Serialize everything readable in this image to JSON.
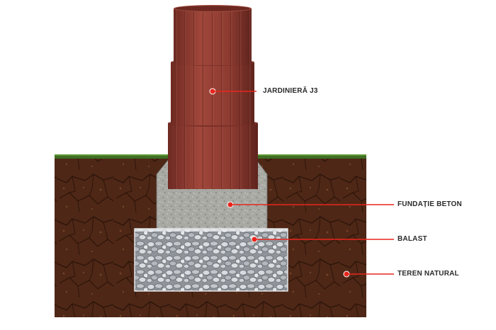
{
  "labels": {
    "planter": "JARDINIERĂ J3",
    "concrete_foundation": "FUNDAȚIE BETON",
    "ballast": "BALAST",
    "natural_ground": "TEREN NATURAL"
  },
  "colors": {
    "pointer": "#e8261d",
    "planter": "#8f3a30",
    "soil": "#4e2716",
    "grass": "#3f6e24",
    "concrete": "#a9a9a4",
    "ballast": "#c9ccd0"
  }
}
